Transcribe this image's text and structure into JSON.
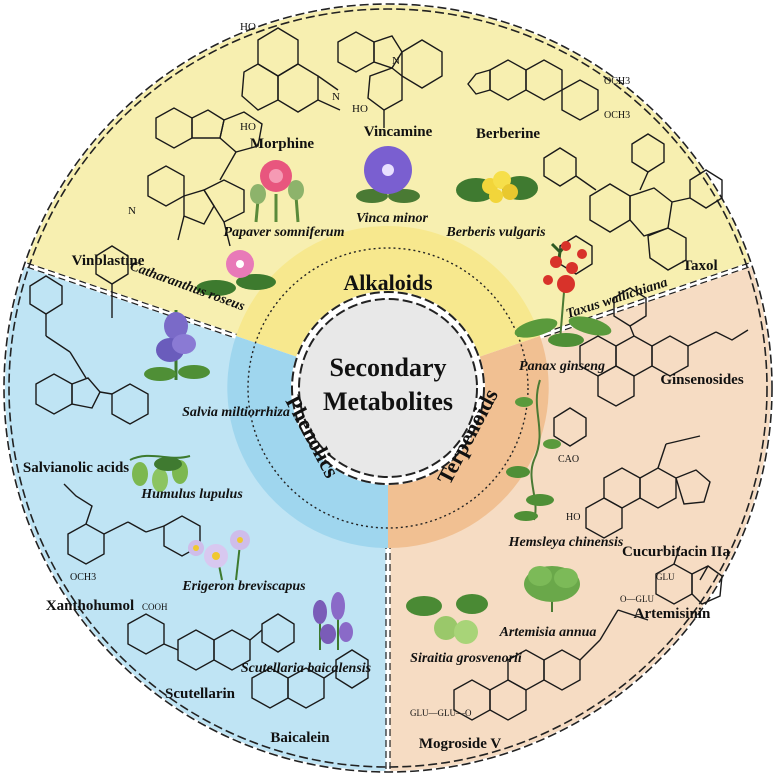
{
  "center": {
    "title_line1": "Secondary",
    "title_line2": "Metabolites"
  },
  "categories": {
    "alkaloids": {
      "label": "Alkaloids",
      "color": "#f7efb0",
      "ring_color": "#f7e88e"
    },
    "terpenoids": {
      "label": "Terpenoids",
      "color": "#f6dcc3",
      "ring_color": "#f1c092"
    },
    "phenolics": {
      "label": "Phenolics",
      "color": "#bfe4f4",
      "ring_color": "#9fd6ee"
    }
  },
  "alkaloids": {
    "compounds": [
      "Morphine",
      "Vincamine",
      "Berberine",
      "Vinblastine",
      "Taxol"
    ],
    "plants": [
      "Papaver somniferum",
      "Vinca minor",
      "Berberis vulgaris",
      "Catharanthus roseus",
      "Taxus wallichiana"
    ]
  },
  "terpenoids": {
    "compounds": [
      "Ginsenosides",
      "Cucurbitacin IIa",
      "Artemisinin",
      "Mogroside V"
    ],
    "plants": [
      "Panax ginseng",
      "Hemsleya chinensis",
      "Artemisia annua",
      "Siraitia grosvenorii"
    ]
  },
  "phenolics": {
    "compounds": [
      "Salvianolic acids",
      "Xanthohumol",
      "Scutellarin",
      "Baicalein"
    ],
    "plants": [
      "Salvia miltiorrhiza",
      "Humulus lupulus",
      "Erigeron breviscapus",
      "Scutellaria baicalensis"
    ]
  },
  "colors": {
    "outline": "#222222",
    "center_fill": "#e8e8e8"
  }
}
